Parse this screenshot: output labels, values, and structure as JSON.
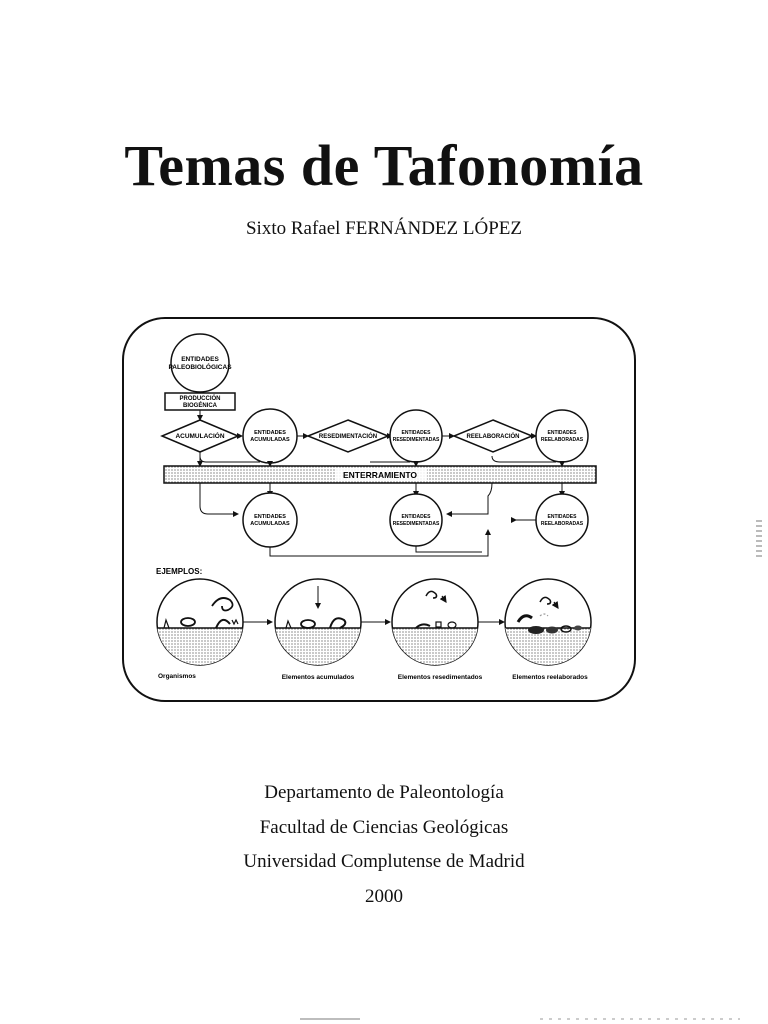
{
  "title": "Temas de Tafonomía",
  "author": "Sixto Rafael FERNÁNDEZ LÓPEZ",
  "diagram": {
    "top_paleo": [
      "ENTIDADES",
      "PALEOBIOLÓGICAS"
    ],
    "produccion": [
      "PRODUCCIÓN",
      "BIOGÉNICA"
    ],
    "acumulacion": "ACUMULACIÓN",
    "resedimentacion": "RESEDIMENTACIÓN",
    "reelaboracion": "REELABORACIÓN",
    "ent_acumuladas": [
      "ENTIDADES",
      "ACUMULADAS"
    ],
    "ent_resedimentadas": [
      "ENTIDADES",
      "RESEDIMENTADAS"
    ],
    "ent_reelaboradas": [
      "ENTIDADES",
      "REELABORADAS"
    ],
    "enterramiento": "ENTERRAMIENTO",
    "ejemplos": "EJEMPLOS:",
    "captions": [
      "Organismos",
      "Elementos acumulados",
      "Elementos resedimentados",
      "Elementos reelaborados"
    ]
  },
  "affiliation": {
    "department": "Departamento de Paleontología",
    "faculty": "Facultad de Ciencias Geológicas",
    "university": "Universidad Complutense de Madrid",
    "year": "2000"
  }
}
